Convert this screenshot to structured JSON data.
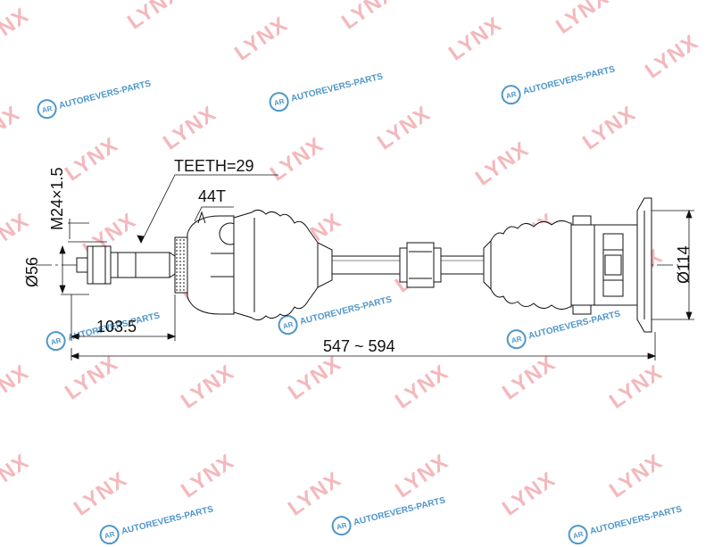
{
  "watermarks": {
    "brand": "LYNX",
    "autorevers": "AUTOREVERS-PARTS"
  },
  "dimensions": {
    "teeth": "TEETH=29",
    "abs_teeth": "44T",
    "thread": "M24×1.5",
    "diameter_left": "Ø56",
    "diameter_right": "Ø114",
    "length_spline": "103.5",
    "total_length": "547 ~ 594"
  },
  "colors": {
    "watermark_lynx": "#f4b8bc",
    "watermark_autorevers": "#4f97c9",
    "line": "#111111",
    "part_fill": "#ffffff"
  }
}
